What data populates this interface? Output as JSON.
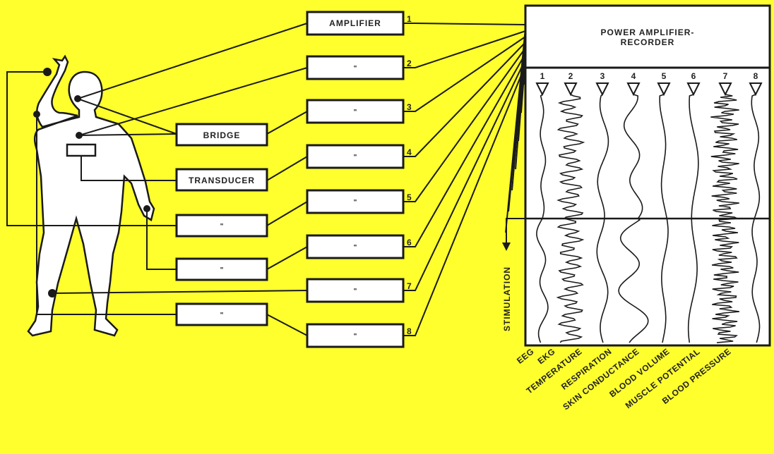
{
  "recorder_title_line1": "POWER AMPLIFIER-",
  "recorder_title_line2": "RECORDER",
  "amplifier_label": "AMPLIFIER",
  "ditto_mark": "\"",
  "bridge_label": "BRIDGE",
  "transducer_label": "TRANSDUCER",
  "stimulation_label": "STIMULATION",
  "channels": [
    {
      "num": "1",
      "name": "EEG"
    },
    {
      "num": "2",
      "name": "EKG"
    },
    {
      "num": "3",
      "name": "TEMPERATURE"
    },
    {
      "num": "4",
      "name": "RESPIRATION"
    },
    {
      "num": "5",
      "name": "SKIN CONDUCTANCE"
    },
    {
      "num": "6",
      "name": "BLOOD VOLUME"
    },
    {
      "num": "7",
      "name": "MUSCLE POTENTIAL"
    },
    {
      "num": "8",
      "name": "BLOOD PRESSURE"
    }
  ],
  "colors": {
    "background": "#ffff2e",
    "ink": "#1a1a1a",
    "box": "#ffffff"
  }
}
